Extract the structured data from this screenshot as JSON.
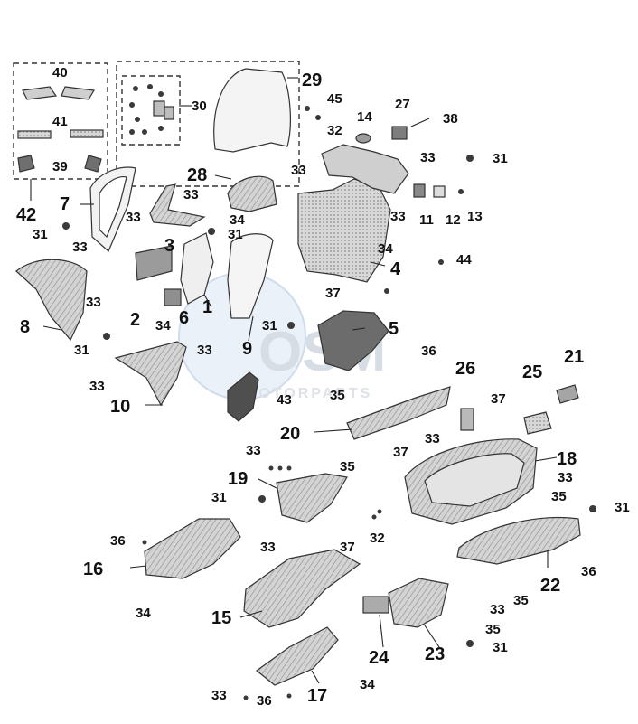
{
  "watermark": {
    "brand": "OSM",
    "tagline": "MOTORPARTS"
  },
  "callouts": {
    "p1": "1",
    "p2": "2",
    "p3": "3",
    "p4": "4",
    "p5": "5",
    "p6": "6",
    "p7": "7",
    "p8": "8",
    "p9": "9",
    "p10": "10",
    "p11": "11",
    "p12": "12",
    "p13": "13",
    "p14": "14",
    "p15": "15",
    "p16": "16",
    "p17": "17",
    "p18": "18",
    "p19": "19",
    "p20": "20",
    "p21": "21",
    "p22": "22",
    "p23": "23",
    "p24": "24",
    "p25": "25",
    "p26": "26",
    "p27": "27",
    "p28": "28",
    "p29": "29",
    "p30": "30",
    "p31": "31",
    "p32": "32",
    "p33": "33",
    "p34": "34",
    "p35": "35",
    "p36": "36",
    "p37": "37",
    "p38": "38",
    "p39": "39",
    "p40": "40",
    "p41": "41",
    "p42": "42",
    "p43": "43",
    "p44": "44",
    "p45": "45"
  },
  "colors": {
    "part_fill": "#cfcfcf",
    "part_dark": "#8a8a8a",
    "watermark_blue": "#9fb8d8",
    "watermark_gray": "#c8c8c8"
  }
}
